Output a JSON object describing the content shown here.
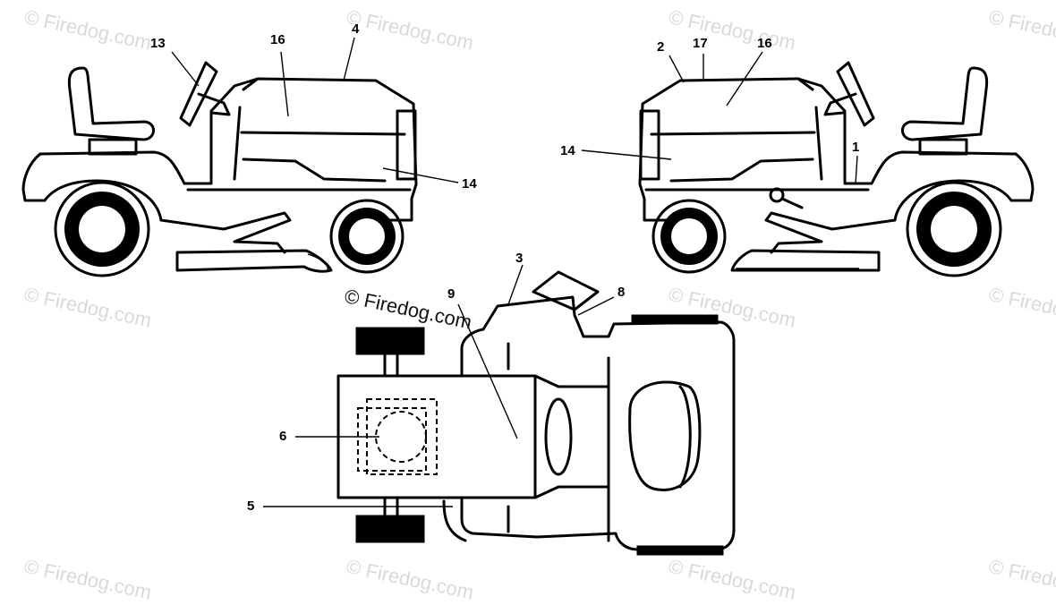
{
  "watermark": {
    "text": "© Firedog.com",
    "faint_color": "#d9d9d9",
    "main_color": "#111111"
  },
  "callouts": {
    "c1": "1",
    "c2": "2",
    "c3": "3",
    "c4": "4",
    "c5": "5",
    "c6": "6",
    "c8": "8",
    "c9": "9",
    "c13": "13",
    "c14_left": "14",
    "c14_right": "14",
    "c16_left": "16",
    "c16_right": "16",
    "c17": "17"
  },
  "colors": {
    "line": "#000000",
    "background": "#ffffff"
  }
}
